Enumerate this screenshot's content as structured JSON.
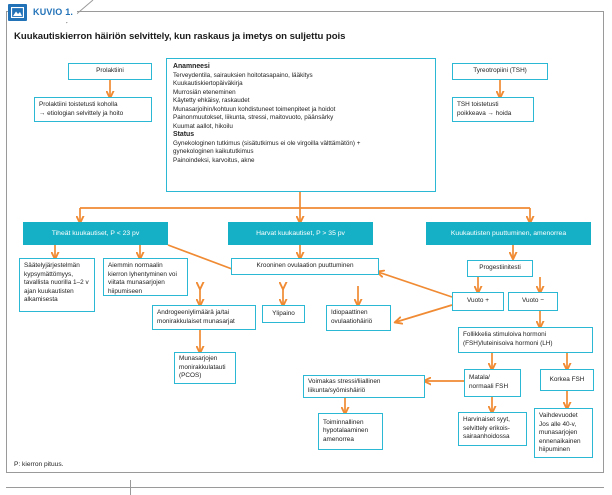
{
  "header": {
    "badge_icon": "image-icon",
    "kuvio_label": "KUVIO 1.",
    "title": "Kuukautiskierron häiriön selvittely, kun raskaus ja imetys on suljettu pois"
  },
  "footnote": "P: kierron pituus.",
  "colors": {
    "teal_bar": "#16b0c6",
    "box_border": "#2bb8d4",
    "arrow": "#f08a33",
    "badge_blue": "#2272b8",
    "frame": "#9a9a9a"
  },
  "top_row": {
    "prolaktiini": "Prolaktiini",
    "prolaktiini_result_line1": "Prolaktiini toistetusti koholla",
    "prolaktiini_result_line2": "→ etiologian selvittely ja hoito",
    "tsh": "Tyreotropiini (TSH)",
    "tsh_result_line1": "TSH toistetusti",
    "tsh_result_line2": "poikkeava → hoida"
  },
  "anamneesi": {
    "heading": "Anamneesi",
    "items": [
      "Terveydentila, sairauksien hoitotasapaino, lääkitys",
      "Kuukautiskiertopäiväkirja",
      "Murrosiän eteneminen",
      "Käytetty ehkäisy, raskaudet",
      "Munasarjoihin/kohtuun kohdistuneet toimenpiteet ja hoidot",
      "Painonmuutokset, liikunta, stressi, maitovuoto, päänsärky",
      "Kuumat aallot, hikoilu"
    ],
    "status_heading": "Status",
    "status_items": [
      "Gynekologinen tutkimus (sisätutkimus ei ole virgoilla välttämätön) +",
      "gynekologinen kaikututkimus",
      "Painoindeksi, karvoitus, akne"
    ]
  },
  "branches": [
    {
      "id": "tiheat",
      "label": "Tiheät kuukautiset, P < 23 pv"
    },
    {
      "id": "harvat",
      "label": "Harvat kuukautiset, P > 35 pv"
    },
    {
      "id": "amenorrea",
      "label": "Kuukautisten puuttuminen, amenorrea"
    }
  ],
  "left_column": {
    "box1": "Säätelyjärjestelmän kypsymättömyys, tavallista nuorilla 1–2 v ajan kuukautisten alkamisesta",
    "box2": "Aiemmin normaalin kierron lyhentyminen voi viitata munasarjojen hiipumiseen"
  },
  "middle_column": {
    "krooninen": "Krooninen ovulaation puuttuminen",
    "androgeeni": "Androgeeniylimäärä ja/tai monirakkulaiset munasarjat",
    "ylipaino": "Ylipaino",
    "idiopaattinen": "Idiopaattinen ovulaatiohäiriö",
    "pcos": "Munasarjojen monirakkulatauti (PCOS)",
    "stressi": "Voimakas stressi/liiallinen liikunta/syömishäiriö",
    "hypotalaaminen": "Toiminnallinen hypotalaaminen amenorrea"
  },
  "right_column": {
    "progestiinitesti": "Progestiinitesti",
    "vuoto_plus": "Vuoto +",
    "vuoto_minus": "Vuoto −",
    "fsh_lh": "Follikkelia stimuloiva hormoni (FSH)/luteinisoiva hormoni (LH)",
    "matala_fsh": "Matala/ normaali FSH",
    "korkea_fsh": "Korkea FSH",
    "harvinaiset": "Harvinaiset syyt, selvittely erikois- sairaanhoidossa",
    "vaihdevuodet": "Vaihdevuodet Jos alle 40-v, munasarjojen ennenaikainen hiipuminen"
  }
}
